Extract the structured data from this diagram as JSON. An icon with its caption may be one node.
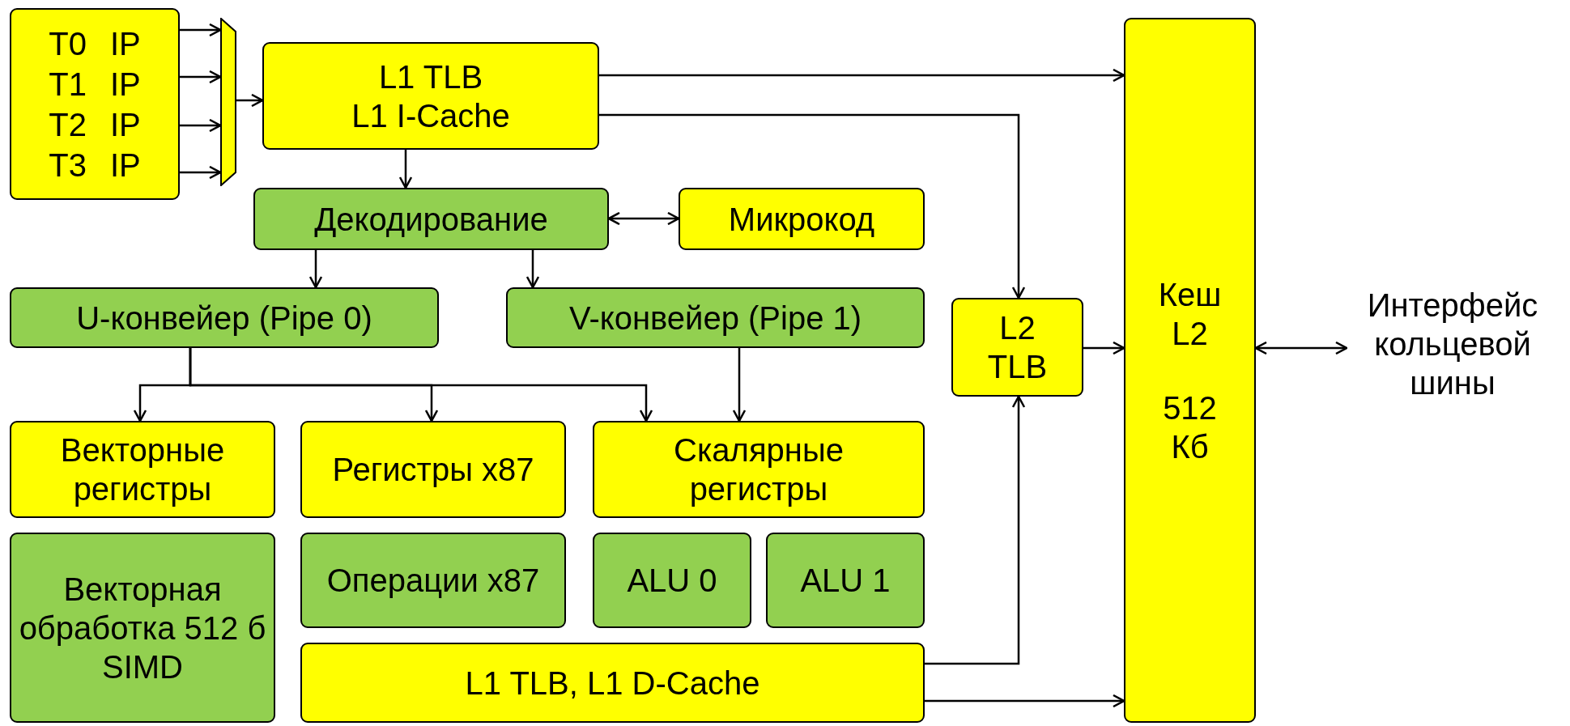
{
  "diagram": {
    "nodes": [
      {
        "text": [
          "T0 IP",
          "T1 IP",
          "T2 IP",
          "T3 IP"
        ]
      },
      {
        "text": [],
        "shape": "trapezoid"
      },
      {
        "text": [
          "L1 TLB",
          "L1 I-Cache"
        ]
      },
      {
        "text": [
          "Декодирование"
        ]
      },
      {
        "text": [
          "Микрокод"
        ]
      },
      {
        "text": [
          "U-конвейер (Pipe 0)"
        ]
      },
      {
        "text": [
          "V-конвейер (Pipe 1)"
        ]
      },
      {
        "text": [
          "L2 TLB"
        ]
      },
      {
        "text": [
          "Кеш L2",
          "512 Кб"
        ]
      },
      {
        "text": [
          "Интерфейс кольцевой шины"
        ]
      },
      {
        "text": [
          "Векторные регистры"
        ]
      },
      {
        "text": [
          "Регистры x87"
        ]
      },
      {
        "text": [
          "Скалярные регистры"
        ]
      },
      {
        "text": [
          "Векторная обработка 512 б SIMD"
        ]
      },
      {
        "text": [
          "Операции x87"
        ]
      },
      {
        "text": [
          "ALU 0"
        ]
      },
      {
        "text": [
          "ALU 1"
        ]
      },
      {
        "text": [
          "L1 TLB, L1 D-Cache"
        ]
      }
    ],
    "edges": [
      {
        "from": 0,
        "to": 1,
        "arrow": "to"
      },
      {
        "from": 0,
        "to": 1,
        "arrow": "to"
      },
      {
        "from": 0,
        "to": 1,
        "arrow": "to"
      },
      {
        "from": 0,
        "to": 1,
        "arrow": "to"
      },
      {
        "from": 1,
        "to": 2,
        "arrow": "to"
      },
      {
        "from": 2,
        "to": 8,
        "arrow": "to"
      },
      {
        "from": 2,
        "to": 7,
        "arrow": "to"
      },
      {
        "from": 2,
        "to": 3,
        "arrow": "to"
      },
      {
        "from": 3,
        "to": 4,
        "arrow": "both"
      },
      {
        "from": 3,
        "to": 5,
        "arrow": "to"
      },
      {
        "from": 3,
        "to": 6,
        "arrow": "to"
      },
      {
        "from": 5,
        "to": 10,
        "arrow": "to"
      },
      {
        "from": 5,
        "to": 11,
        "arrow": "to"
      },
      {
        "from": 5,
        "to": 12,
        "arrow": "to"
      },
      {
        "from": 6,
        "to": 12,
        "arrow": "to"
      },
      {
        "from": 7,
        "to": 8,
        "arrow": "to"
      },
      {
        "from": 17,
        "to": 7,
        "arrow": "to"
      },
      {
        "from": 17,
        "to": 8,
        "arrow": "to"
      },
      {
        "from": 8,
        "to": 9,
        "arrow": "both"
      }
    ]
  }
}
